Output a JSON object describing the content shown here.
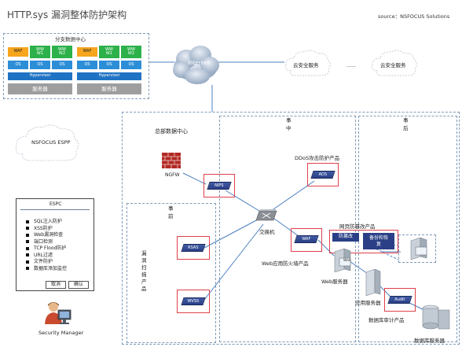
{
  "header": {
    "title": "HTTP.sys 漏洞整体防护架构",
    "source": "source：NSFOCUS Solutions"
  },
  "branch": {
    "title": "分支数据中心",
    "row1": [
      "WAF",
      "WW\nW1",
      "WW\nW2",
      "WAF",
      "WW\nW1",
      "WW\nW2"
    ],
    "row2": [
      "OS",
      "OS",
      "OS",
      "OS",
      "OS",
      "OS"
    ],
    "row3": [
      "Hypervisor",
      "Hypervisor"
    ],
    "row4": [
      "服务器",
      "服务器"
    ]
  },
  "clouds": {
    "internet": "Internet",
    "cloud_service_1": "云安全服务",
    "ellipsis": "……",
    "cloud_service_2": "云安全服务",
    "espp": "NSFOCUS ESPP"
  },
  "zones": {
    "during_1": "事",
    "during_2": "中",
    "after_1": "事",
    "after_2": "后",
    "before_1": "事",
    "before_2": "前",
    "hq": "总部数据中心",
    "vuln_scan": "漏洞扫描产品"
  },
  "devices": {
    "ngfw_label": "NGFW",
    "nips": "NIPS",
    "ddos_title": "DDoS攻击防护产品",
    "ads": "ADS",
    "switch": "交换机",
    "waf": "WAF",
    "waf_caption": "Web应用防火墙产品",
    "rsas": "RSAS",
    "wvss": "WVSS",
    "tamper_title": "网页防篡改产品",
    "tamper_left": "防篡改",
    "tamper_right": "备份和恢复",
    "web_server": "Web服务器",
    "app_server": "应用服务器",
    "audit": "Audit",
    "audit_caption": "数据库审计产品",
    "db_server": "数据库服务器",
    "web_tag": "Web"
  },
  "espc": {
    "title": "ESPC",
    "items": [
      "SQL注入防护",
      "XSS防护",
      "Web漏洞检查",
      "端口检测",
      "TCP Flood防护",
      "URL过滤",
      "文件防护",
      "数据库添加监控"
    ],
    "cancel": "取消",
    "confirm": "确认"
  },
  "manager": "Security Manager"
}
